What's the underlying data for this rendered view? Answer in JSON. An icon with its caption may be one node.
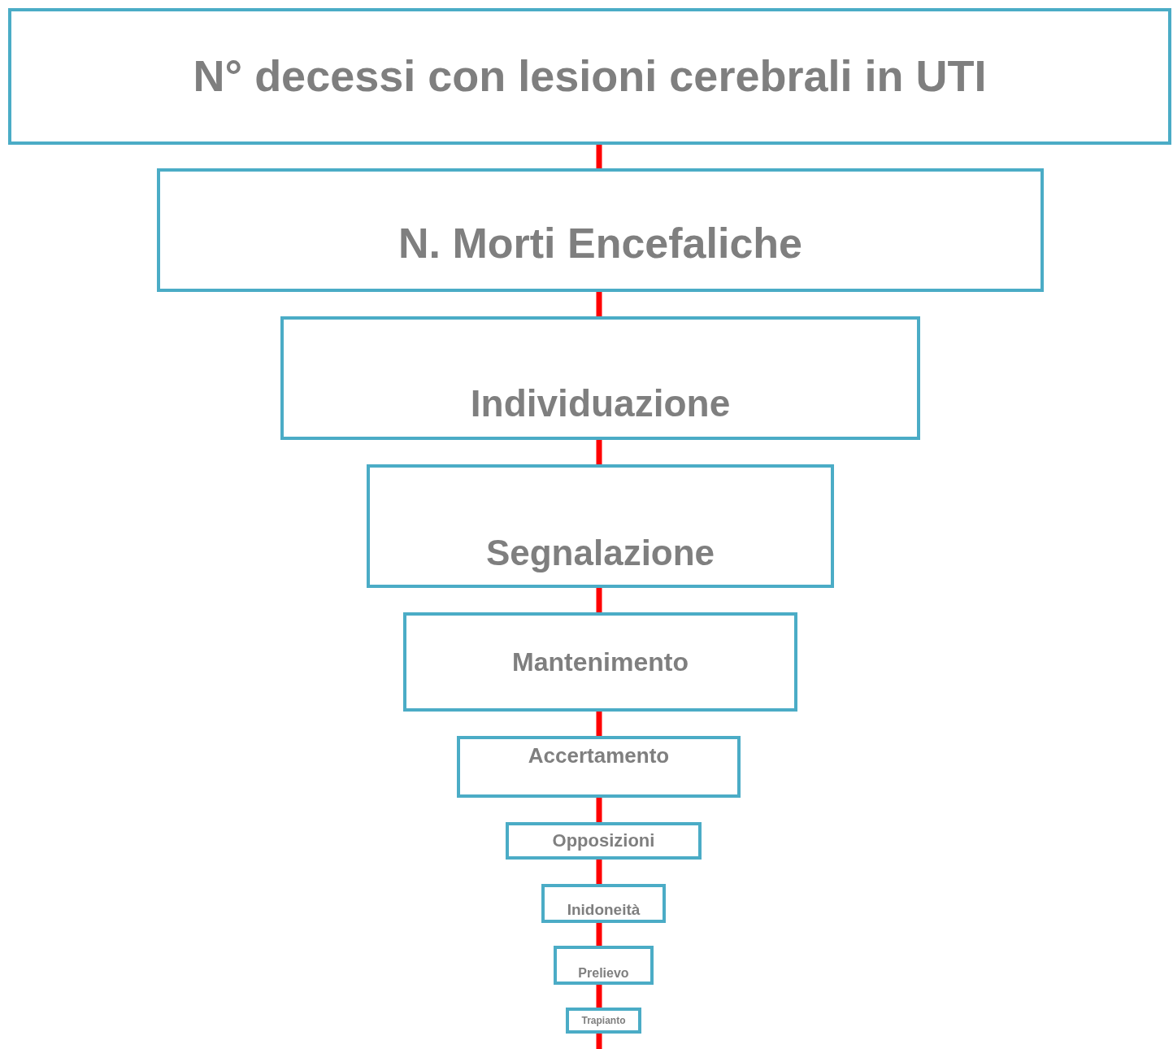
{
  "diagram": {
    "nodes": [
      {
        "text": [
          "N° decessi con lesioni cerebrali in UTI"
        ]
      },
      {
        "text": [
          "N. Morti Encefaliche"
        ]
      },
      {
        "text": [
          "Individuazione"
        ]
      },
      {
        "text": [
          "Segnalazione"
        ]
      },
      {
        "text": [
          "Mantenimento"
        ]
      },
      {
        "text": [
          "Accertamento"
        ]
      },
      {
        "text": [
          "Opposizioni"
        ]
      },
      {
        "text": [
          "Inidoneità"
        ]
      },
      {
        "text": [
          "Prelievo"
        ]
      },
      {
        "text": [
          "Trapianto"
        ]
      }
    ],
    "edges": [
      {
        "from": 0,
        "to": 1,
        "arrow": "none",
        "color": "#ff0000"
      },
      {
        "from": 1,
        "to": 2,
        "arrow": "none",
        "color": "#ff0000"
      },
      {
        "from": 2,
        "to": 3,
        "arrow": "none",
        "color": "#ff0000"
      },
      {
        "from": 3,
        "to": 4,
        "arrow": "none",
        "color": "#ff0000"
      },
      {
        "from": 4,
        "to": 5,
        "arrow": "none",
        "color": "#ff0000"
      },
      {
        "from": 5,
        "to": 6,
        "arrow": "none",
        "color": "#ff0000"
      },
      {
        "from": 6,
        "to": 7,
        "arrow": "none",
        "color": "#ff0000"
      },
      {
        "from": 7,
        "to": 8,
        "arrow": "none",
        "color": "#ff0000"
      },
      {
        "from": 8,
        "to": 9,
        "arrow": "none",
        "color": "#ff0000"
      },
      {
        "from": 9,
        "to": null,
        "arrow": "none",
        "color": "#ff0000"
      }
    ]
  }
}
